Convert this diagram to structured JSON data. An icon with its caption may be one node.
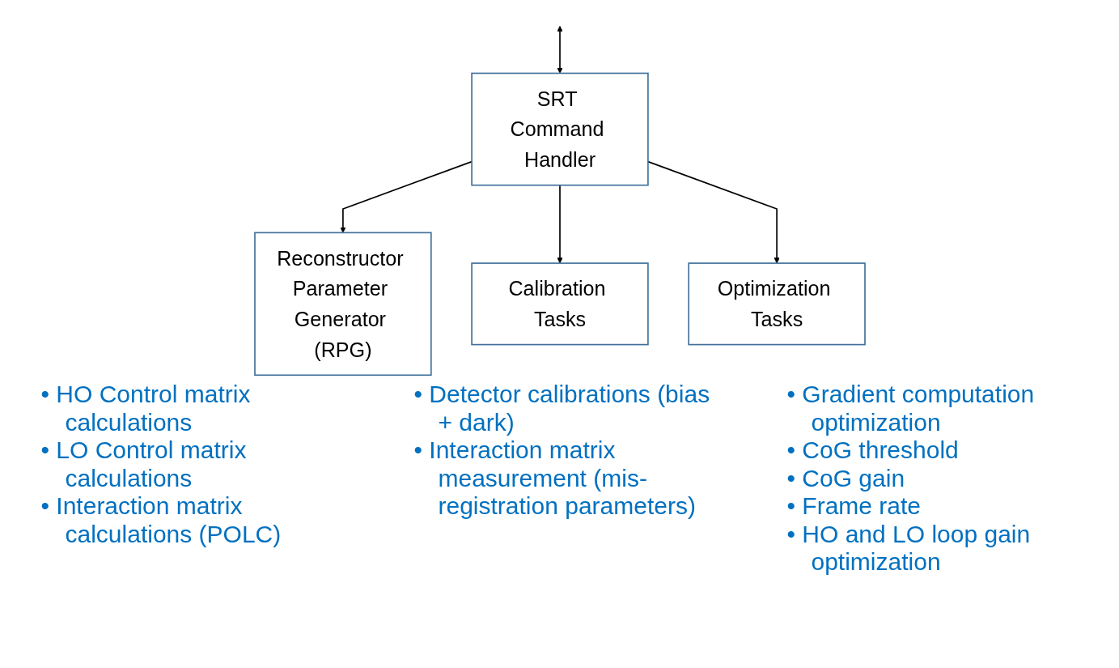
{
  "diagram": {
    "nodes": [
      {
        "text": [
          "SRT Command Handler"
        ]
      },
      {
        "text": [
          "Reconstructor Parameter Generator (RPG)"
        ],
        "beside": [
          "• HO Control matrix calculations",
          "• LO Control matrix calculations",
          "• Interaction matrix calculations (POLC)"
        ]
      },
      {
        "text": [
          "Calibration Tasks"
        ],
        "beside": [
          "• Detector calibrations (bias + dark)",
          "• Interaction matrix measurement (mis-registration parameters)"
        ]
      },
      {
        "text": [
          "Optimization Tasks"
        ],
        "beside": [
          "• Gradient computation optimization",
          "• CoG threshold",
          "• CoG gain",
          "• Frame rate",
          "• HO and LO loop gain optimization"
        ]
      }
    ],
    "edges": [
      {
        "from": null,
        "to": 0,
        "arrow": "both"
      },
      {
        "from": 0,
        "to": 1,
        "arrow": "to"
      },
      {
        "from": 0,
        "to": 2,
        "arrow": "to"
      },
      {
        "from": 0,
        "to": 3,
        "arrow": "to"
      }
    ]
  }
}
